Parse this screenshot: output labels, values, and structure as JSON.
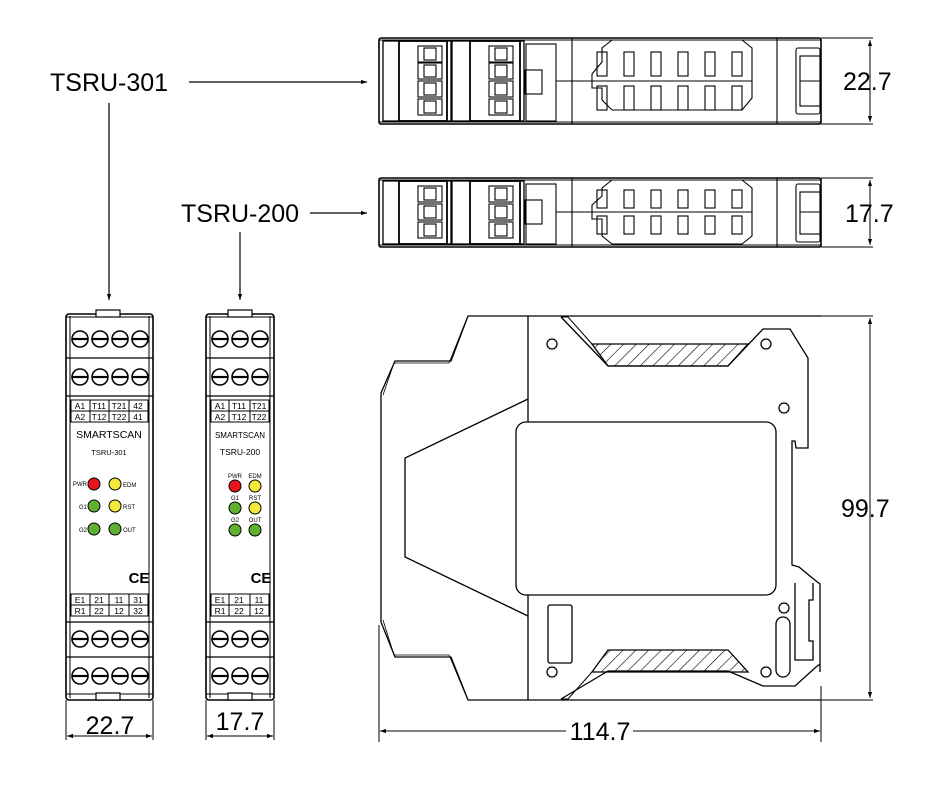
{
  "callouts": {
    "model_a": "TSRU-301",
    "model_b": "TSRU-200"
  },
  "dimensions": {
    "top_a_width": "22.7",
    "top_b_width": "17.7",
    "front_a_width": "22.7",
    "front_b_width": "17.7",
    "side_height": "99.7",
    "side_depth": "114.7"
  },
  "module_a": {
    "brand": "SMARTSCAN",
    "model": "TSRU-301",
    "top_terminals_row1": [
      "A1",
      "T11",
      "T21",
      "42"
    ],
    "top_terminals_row2": [
      "A2",
      "T12",
      "T22",
      "41"
    ],
    "bottom_terminals_row1": [
      "E1",
      "21",
      "11",
      "31"
    ],
    "bottom_terminals_row2": [
      "R1",
      "22",
      "12",
      "32"
    ],
    "leds": [
      {
        "label": "PWR",
        "color": "#e8141b"
      },
      {
        "label": "EDM",
        "color": "#f2e93a"
      },
      {
        "label": "G1",
        "color": "#5fb12f"
      },
      {
        "label": "RST",
        "color": "#f2e93a"
      },
      {
        "label": "G2",
        "color": "#5fb12f"
      },
      {
        "label": "OUT",
        "color": "#5fb12f"
      }
    ],
    "mark": "CE"
  },
  "module_b": {
    "brand": "SMARTSCAN",
    "model": "TSRU-200",
    "top_terminals_row1": [
      "A1",
      "T11",
      "T21"
    ],
    "top_terminals_row2": [
      "A2",
      "T12",
      "T22"
    ],
    "bottom_terminals_row1": [
      "E1",
      "21",
      "11"
    ],
    "bottom_terminals_row2": [
      "R1",
      "22",
      "12"
    ],
    "leds": [
      {
        "label": "PWR",
        "color": "#e8141b"
      },
      {
        "label": "EDM",
        "color": "#f2e93a"
      },
      {
        "label": "G1",
        "color": "#5fb12f"
      },
      {
        "label": "RST",
        "color": "#f2e93a"
      },
      {
        "label": "G2",
        "color": "#5fb12f"
      },
      {
        "label": "OUT",
        "color": "#5fb12f"
      }
    ],
    "mark": "CE"
  }
}
